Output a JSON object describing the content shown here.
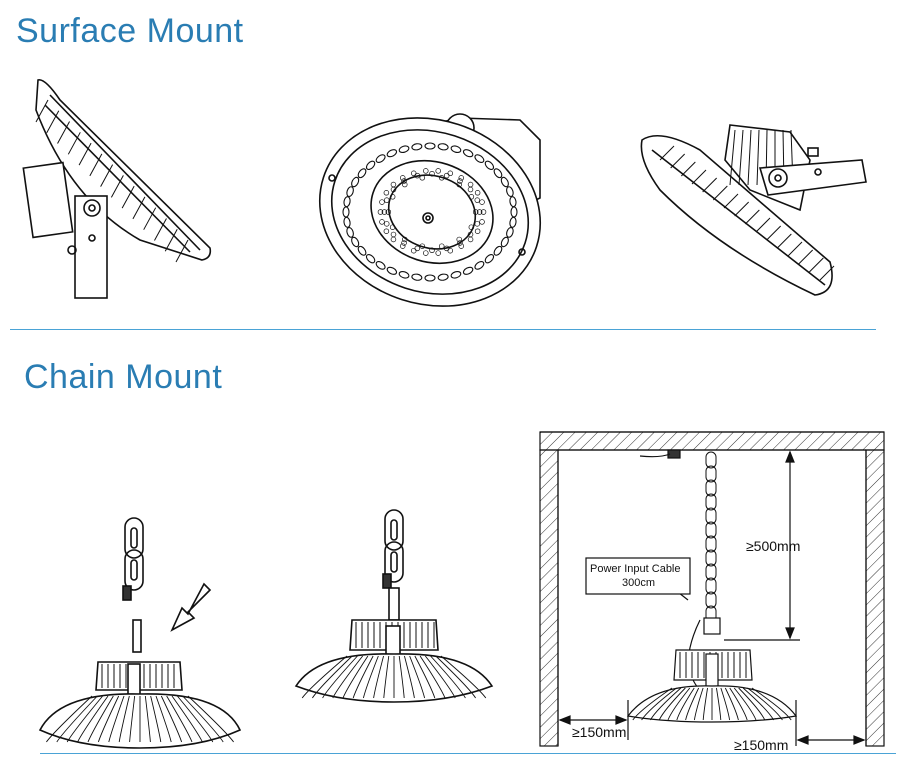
{
  "headings": {
    "surface": "Surface Mount",
    "chain": "Chain Mount"
  },
  "installation": {
    "cable_label": "Power Input Cable",
    "cable_length": "300cm",
    "ceiling_clearance": "≥500mm",
    "left_clearance": "≥150mm",
    "right_clearance": "≥150mm"
  },
  "colors": {
    "heading": "#2a7db3",
    "rule": "#4aa3d6",
    "line": "#111111"
  }
}
